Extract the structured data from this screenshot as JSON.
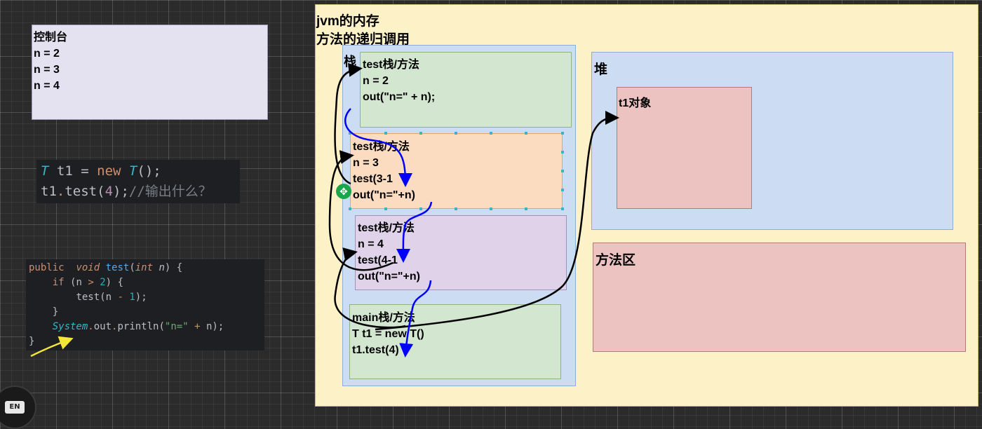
{
  "console": {
    "title": "控制台",
    "lines": [
      "n = 2",
      "n = 3",
      "n = 4"
    ]
  },
  "snippet": {
    "line1": {
      "type": "T",
      "var": "t1",
      "eq": "=",
      "kw": "new",
      "ctor": "T",
      "tail": "();"
    },
    "line2": {
      "obj": "t1",
      "dot": ".",
      "method": "test",
      "open": "(",
      "arg": "4",
      "close": ");",
      "comment": "//输出什么？"
    }
  },
  "method_code": {
    "l1": {
      "kw1": "public",
      "kw2": "void",
      "name": "test",
      "open": "(",
      "type": "int",
      "param": "n",
      "close": ") {"
    },
    "l2": {
      "kw": "if",
      "open": "(n",
      "op": ">",
      "num": "2",
      "close": ") {"
    },
    "l3": {
      "call": "test(n",
      "op": "-",
      "num": "1",
      "close": ");"
    },
    "l4": {
      "text": "}"
    },
    "l5": {
      "cls": "System",
      "dot": ".",
      "field": "out",
      "dot2": ".",
      "call": "println(",
      "str": "\"n=\"",
      "op": "+",
      "tail": "n);"
    },
    "l6": {
      "text": "}"
    }
  },
  "jvm": {
    "title1": "jvm的内存",
    "title2": "方法的递归调用",
    "stack_label": "栈",
    "heap_label": "堆",
    "method_area_label": "方法区",
    "t1_object": "t1对象"
  },
  "frames": [
    {
      "lines": [
        "test栈/方法",
        "n = 2",
        "out(\"n=\" + n);"
      ]
    },
    {
      "lines": [
        "test栈/方法",
        "n = 3",
        "test(3-1",
        "out(\"n=\"+n)"
      ]
    },
    {
      "lines": [
        "test栈/方法",
        "n = 4",
        "test(4-1",
        "out(\"n=\"+n)"
      ]
    },
    {
      "lines": [
        "main栈/方法",
        "T t1 = new T()",
        "t1.test(4)"
      ]
    }
  ],
  "badge": {
    "label": "EN"
  },
  "colors": {
    "return_arrow": "#0000ff",
    "call_arrow": "#000000",
    "pointer_arrow": "#f2e63a"
  }
}
